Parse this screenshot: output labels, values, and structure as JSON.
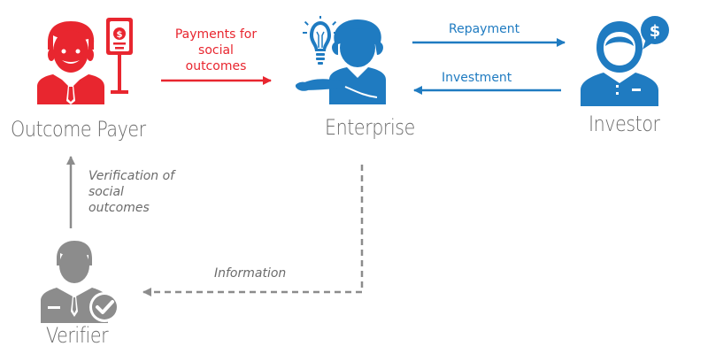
{
  "nodes": {
    "outcome_payer": "Outcome Payer",
    "enterprise": "Enterprise",
    "investor": "Investor",
    "verifier": "Verifier"
  },
  "edges": {
    "payments_line1": "Payments for",
    "payments_line2": "social",
    "payments_line3": "outcomes",
    "repayment": "Repayment",
    "investment": "Investment",
    "verification_line1": "Verification of",
    "verification_line2": "social",
    "verification_line3": "outcomes",
    "information": "Information"
  },
  "icons": {
    "outcome_payer": "businessman-with-contract-icon",
    "enterprise": "person-with-lightbulb-icon",
    "investor": "investor-with-dollar-bubble-icon",
    "verifier": "verifier-with-check-badge-icon",
    "contract_dollar": "$",
    "investor_dollar": "$"
  },
  "colors": {
    "red": "#e8262f",
    "blue": "#1f7bc1",
    "grey": "#8c8c8c",
    "label": "#6b6b6b"
  }
}
